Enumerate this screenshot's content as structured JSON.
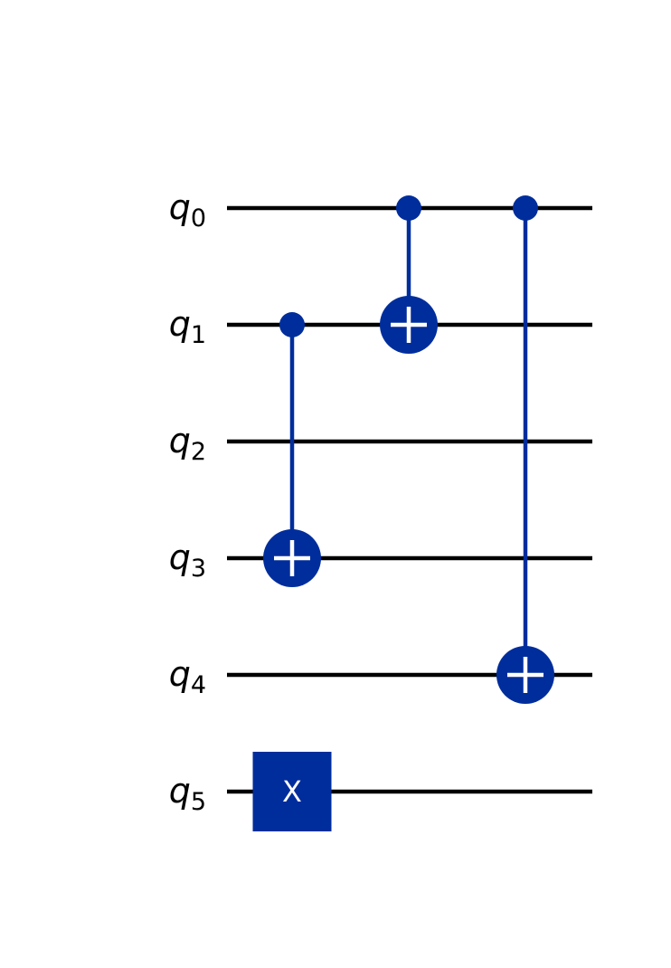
{
  "circuit": {
    "gate_color": "#002D9C",
    "wire_color": "#000000",
    "qubits": [
      {
        "name": "q",
        "index": "0"
      },
      {
        "name": "q",
        "index": "1"
      },
      {
        "name": "q",
        "index": "2"
      },
      {
        "name": "q",
        "index": "3"
      },
      {
        "name": "q",
        "index": "4"
      },
      {
        "name": "q",
        "index": "5"
      }
    ],
    "gates": [
      {
        "type": "cx",
        "control": 1,
        "target": 3,
        "column": 0
      },
      {
        "type": "x",
        "target": 5,
        "column": 0,
        "label": "X"
      },
      {
        "type": "cx",
        "control": 0,
        "target": 1,
        "column": 1
      },
      {
        "type": "cx",
        "control": 0,
        "target": 4,
        "column": 2
      }
    ]
  }
}
